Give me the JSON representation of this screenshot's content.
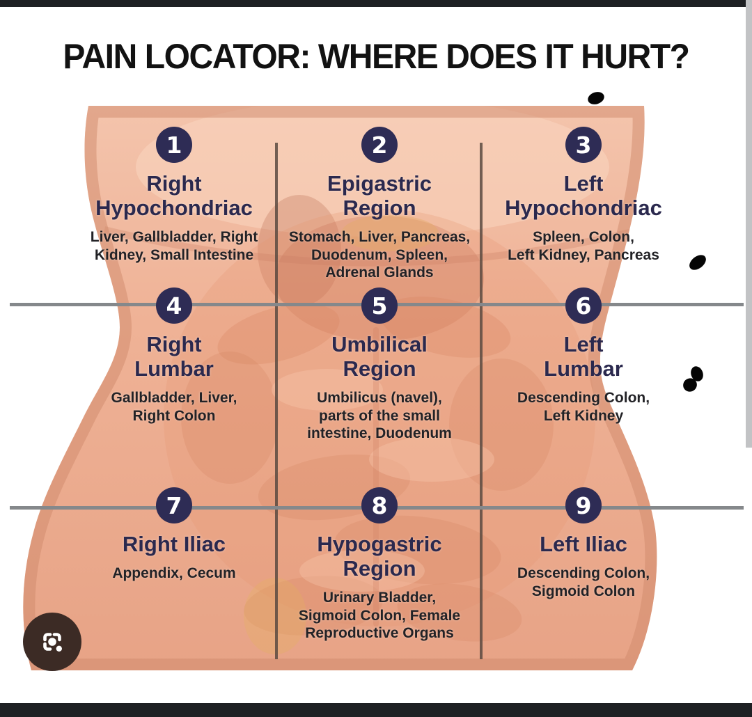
{
  "title": "PAIN LOCATOR: WHERE DOES IT HURT?",
  "regions": [
    {
      "number": "1",
      "name": "Right\nHypochondriac",
      "organs": "Liver, Gallbladder, Right\nKidney, Small Intestine"
    },
    {
      "number": "2",
      "name": "Epigastric\nRegion",
      "organs": "Stomach, Liver, Pancreas,\nDuodenum, Spleen,\nAdrenal Glands"
    },
    {
      "number": "3",
      "name": "Left\nHypochondriac",
      "organs": "Spleen, Colon,\nLeft Kidney, Pancreas"
    },
    {
      "number": "4",
      "name": "Right\nLumbar",
      "organs": "Gallbladder, Liver,\nRight Colon"
    },
    {
      "number": "5",
      "name": "Umbilical\nRegion",
      "organs": "Umbilicus (navel),\nparts of the small\nintestine, Duodenum"
    },
    {
      "number": "6",
      "name": "Left\nLumbar",
      "organs": "Descending Colon,\nLeft Kidney"
    },
    {
      "number": "7",
      "name": "Right Iliac",
      "organs": "Appendix, Cecum"
    },
    {
      "number": "8",
      "name": "Hypogastric\nRegion",
      "organs": "Urinary Bladder,\nSigmoid Colon, Female\nReproductive Organs"
    },
    {
      "number": "9",
      "name": "Left Iliac",
      "organs": "Descending Colon,\nSigmoid Colon"
    }
  ],
  "icons": {
    "lens_button": "google-lens-icon"
  },
  "colors": {
    "badge_navy": "#2e2c55",
    "heading_navy": "#2b294e",
    "organ_text": "#222226",
    "title_text": "#121212",
    "grid_horizontal": "#85888b",
    "grid_vertical": "#5a4a41",
    "lens_bg": "#3c2b25",
    "chrome_bar": "#1e2023",
    "scrollbar": "#c2c3c5",
    "skin_light": "#f6cdb7",
    "skin_mid": "#edaa8c",
    "skin_shadow": "#d98e6f"
  }
}
